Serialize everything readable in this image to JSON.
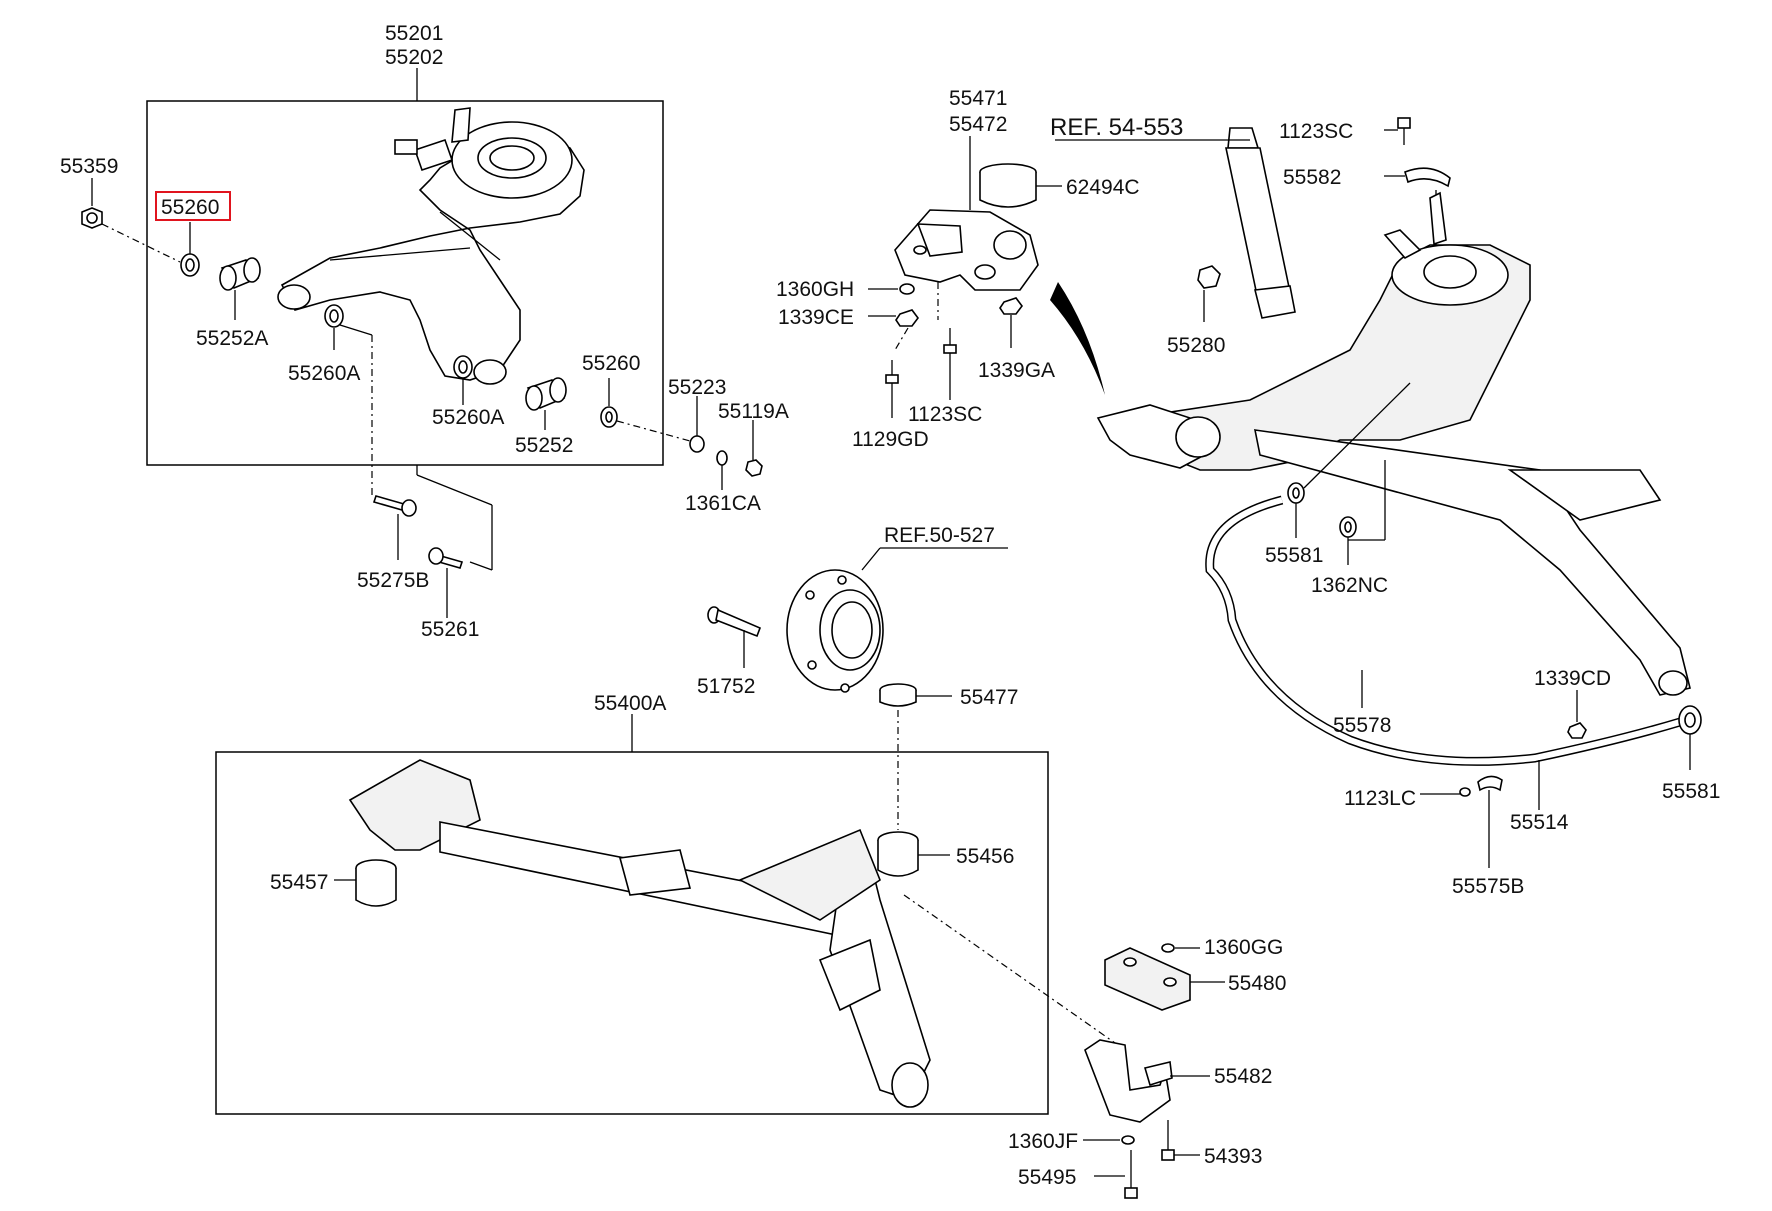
{
  "diagram": {
    "highlighted_part": "55260",
    "highlight_color": "#e0141e",
    "labels": {
      "l55201": "55201",
      "l55202": "55202",
      "l55359": "55359",
      "l55260_top": "55260",
      "l55252A": "55252A",
      "l55260A_1": "55260A",
      "l55260A_2": "55260A",
      "l55252": "55252",
      "l55260_right": "55260",
      "l55223": "55223",
      "l55119A": "55119A",
      "l1361CA": "1361CA",
      "l55275B": "55275B",
      "l55261": "55261",
      "l55471": "55471",
      "l55472": "55472",
      "l62494C": "62494C",
      "l1360GH": "1360GH",
      "l1339CE": "1339CE",
      "l1339GA": "1339GA",
      "l1123SC_mid": "1123SC",
      "l1129GD": "1129GD",
      "lref50527": "REF.50-527",
      "l51752": "51752",
      "lref54553": "REF. 54-553",
      "l1123SC_top": "1123SC",
      "l55582": "55582",
      "l55280": "55280",
      "l55581_1": "55581",
      "l1362NC": "1362NC",
      "l1339CD": "1339CD",
      "l55578": "55578",
      "l55581_2": "55581",
      "l1123LC": "1123LC",
      "l55514": "55514",
      "l55575B": "55575B",
      "l55400A": "55400A",
      "l55477": "55477",
      "l55456": "55456",
      "l55457": "55457",
      "l1360GG": "1360GG",
      "l55480": "55480",
      "l55482": "55482",
      "l1360JF": "1360JF",
      "l54393": "54393",
      "l55495": "55495"
    }
  }
}
